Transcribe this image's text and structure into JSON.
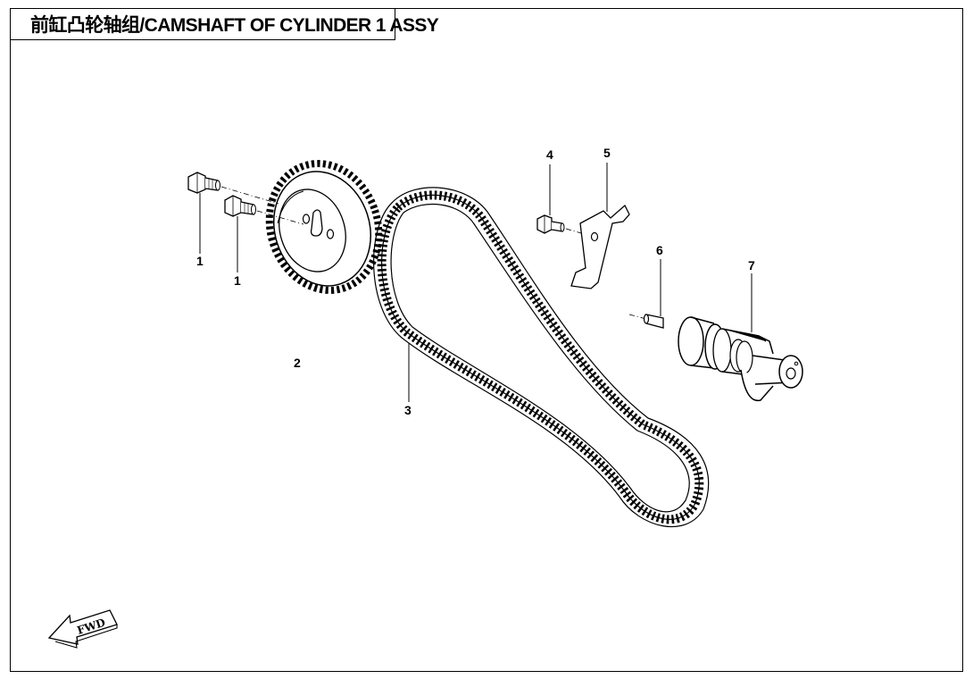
{
  "title": "前缸凸轮轴组/CAMSHAFT OF CYLINDER 1 ASSY",
  "callouts": {
    "c1a": "1",
    "c1b": "1",
    "c2": "2",
    "c3": "3",
    "c4": "4",
    "c5": "5",
    "c6": "6",
    "c7": "7"
  },
  "fwd_label": "FWD",
  "colors": {
    "line": "#000000",
    "background": "#ffffff"
  }
}
